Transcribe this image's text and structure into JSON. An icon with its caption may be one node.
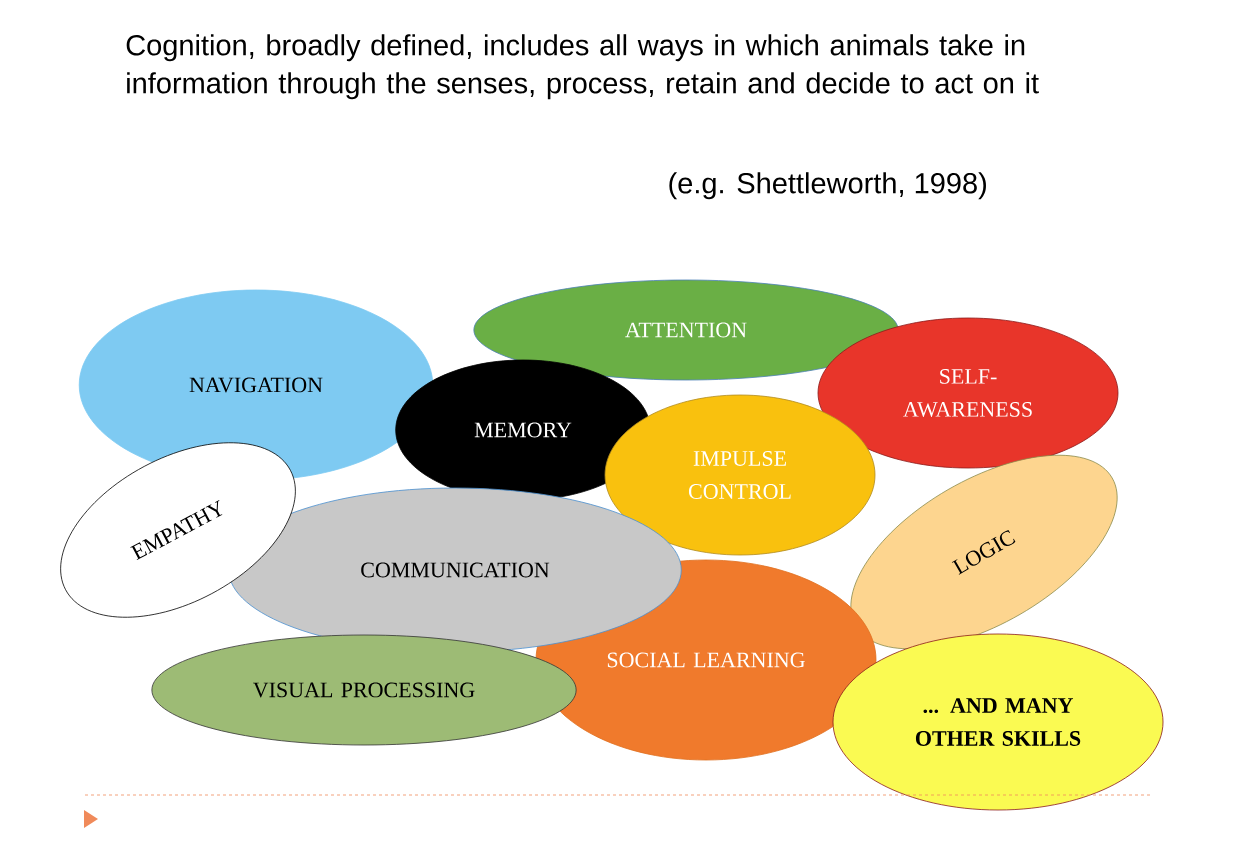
{
  "diagram": {
    "title": "Cognition, broadly defined, includes all ways in which animals take in information through the senses, process, retain and decide to act on it",
    "nodes": [
      {
        "text": [
          "NAVIGATION"
        ]
      },
      {
        "text": [
          "ATTENTION"
        ]
      },
      {
        "text": [
          "SELF-AWARENESS"
        ]
      },
      {
        "text": [
          "MEMORY"
        ]
      },
      {
        "text": [
          "IMPULSE CONTROL"
        ]
      },
      {
        "text": [
          "EMPATHY"
        ]
      },
      {
        "text": [
          "COMMUNICATION"
        ]
      },
      {
        "text": [
          "LOGIC"
        ]
      },
      {
        "text": [
          "VISUAL PROCESSING"
        ]
      },
      {
        "text": [
          "SOCIAL LEARNING"
        ]
      },
      {
        "text": [
          "... AND MANY OTHER SKILLS"
        ]
      }
    ],
    "labels": [
      "(e.g. Shettleworth, 1998)"
    ]
  }
}
